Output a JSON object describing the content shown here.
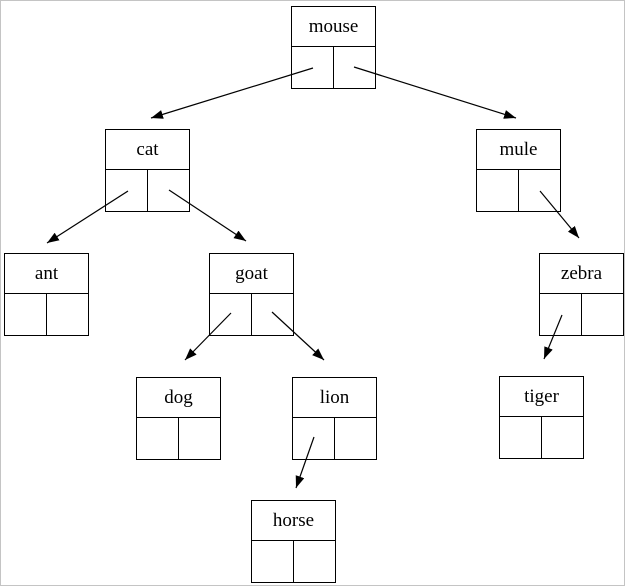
{
  "colors": {
    "ink": "#000000",
    "canvas_background": "#ffffff",
    "frame_border": "#c4c4c4"
  },
  "diagram": {
    "kind": "binary-tree-of-linked-nodes",
    "nodes": [
      {
        "id": "mouse",
        "label": "mouse",
        "left_child": "cat",
        "right_child": "mule"
      },
      {
        "id": "cat",
        "label": "cat",
        "left_child": "ant",
        "right_child": "goat"
      },
      {
        "id": "mule",
        "label": "mule",
        "left_child": null,
        "right_child": "zebra"
      },
      {
        "id": "ant",
        "label": "ant",
        "left_child": null,
        "right_child": null
      },
      {
        "id": "goat",
        "label": "goat",
        "left_child": "dog",
        "right_child": "lion"
      },
      {
        "id": "zebra",
        "label": "zebra",
        "left_child": "tiger",
        "right_child": null
      },
      {
        "id": "dog",
        "label": "dog",
        "left_child": null,
        "right_child": null
      },
      {
        "id": "lion",
        "label": "lion",
        "left_child": "horse",
        "right_child": null
      },
      {
        "id": "tiger",
        "label": "tiger",
        "left_child": null,
        "right_child": null
      },
      {
        "id": "horse",
        "label": "horse",
        "left_child": null,
        "right_child": null
      }
    ],
    "edges": [
      {
        "from": "mouse",
        "via": "left-pointer",
        "to": "cat"
      },
      {
        "from": "mouse",
        "via": "right-pointer",
        "to": "mule"
      },
      {
        "from": "cat",
        "via": "left-pointer",
        "to": "ant"
      },
      {
        "from": "cat",
        "via": "right-pointer",
        "to": "goat"
      },
      {
        "from": "goat",
        "via": "left-pointer",
        "to": "dog"
      },
      {
        "from": "goat",
        "via": "right-pointer",
        "to": "lion"
      },
      {
        "from": "lion",
        "via": "left-pointer",
        "to": "horse"
      },
      {
        "from": "mule",
        "via": "right-pointer",
        "to": "zebra"
      },
      {
        "from": "zebra",
        "via": "left-pointer",
        "to": "tiger"
      }
    ]
  }
}
